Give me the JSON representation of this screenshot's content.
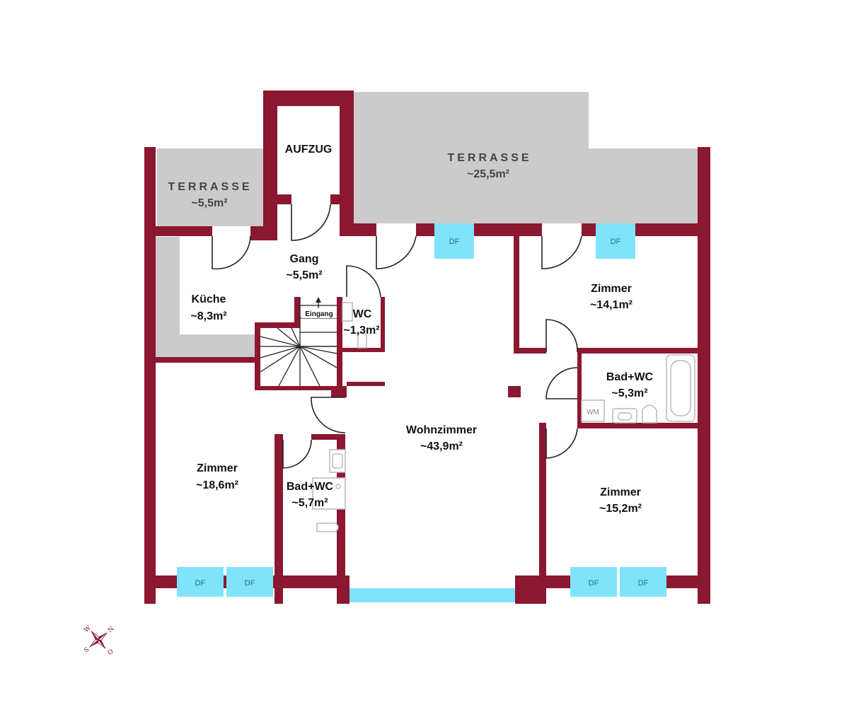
{
  "rooms": {
    "terrasse_small": {
      "name": "TERRASSE",
      "area": "~5,5m²"
    },
    "aufzug": {
      "name": "AUFZUG"
    },
    "terrasse_large": {
      "name": "TERRASSE",
      "area": "~25,5m²"
    },
    "gang": {
      "name": "Gang",
      "area": "~5,5m²"
    },
    "kueche": {
      "name": "Küche",
      "area": "~8,3m²"
    },
    "wc": {
      "name": "WC",
      "area": "~1,3m²"
    },
    "zimmer_ne": {
      "name": "Zimmer",
      "area": "~14,1m²"
    },
    "bad_wc_e": {
      "name": "Bad+WC",
      "area": "~5,3m²"
    },
    "wohnzimmer": {
      "name": "Wohnzimmer",
      "area": "~43,9m²"
    },
    "zimmer_sw": {
      "name": "Zimmer",
      "area": "~18,6m²"
    },
    "bad_wc_s": {
      "name": "Bad+WC",
      "area": "~5,7m²"
    },
    "zimmer_se": {
      "name": "Zimmer",
      "area": "~15,2m²"
    }
  },
  "eingang": "Eingang",
  "windows": {
    "dachfenster_label": "DF"
  },
  "fixtures": {
    "washing_machine_label": "WM"
  },
  "compass": {
    "w": "W",
    "n": "N",
    "s": "S",
    "o": "O"
  },
  "colors": {
    "wall": "#8b1730",
    "terrace": "#cbcbcb",
    "window": "#7fe3fb"
  }
}
